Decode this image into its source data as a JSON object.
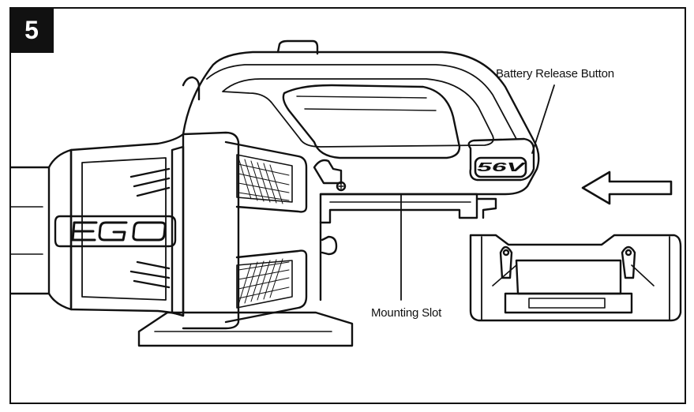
{
  "step": {
    "number": "5"
  },
  "labels": {
    "battery_release_button": "Battery Release Button",
    "mounting_slot": "Mounting Slot"
  },
  "tool": {
    "brand_logo": "EGO",
    "voltage_badge": "56V"
  },
  "icons": {
    "direction_arrow": "left-arrow-icon"
  },
  "colors": {
    "line": "#111111",
    "background": "#ffffff",
    "badge": "#111111"
  }
}
